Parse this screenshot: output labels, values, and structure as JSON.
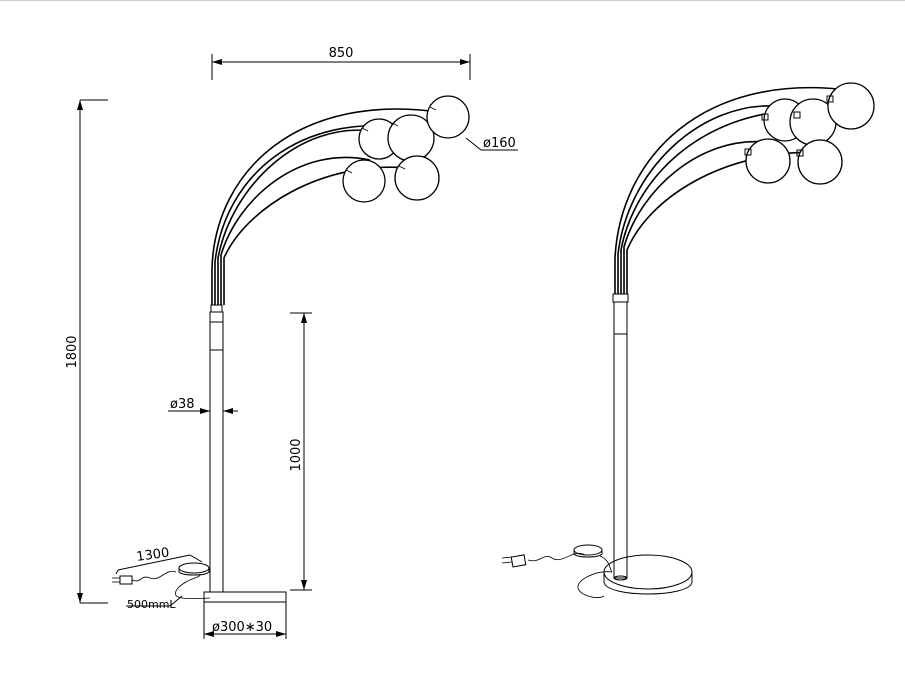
{
  "dimensions": {
    "width_label": "850",
    "height_label": "1800",
    "globe_diameter_label": "ø160",
    "pole_diameter_label": "ø38",
    "lower_height_label": "1000",
    "cable_length_label": "1300",
    "cable_to_switch_label": "500mmL",
    "base_label": "ø300∗30"
  },
  "colors": {
    "line": "#000000",
    "background": "#ffffff"
  }
}
